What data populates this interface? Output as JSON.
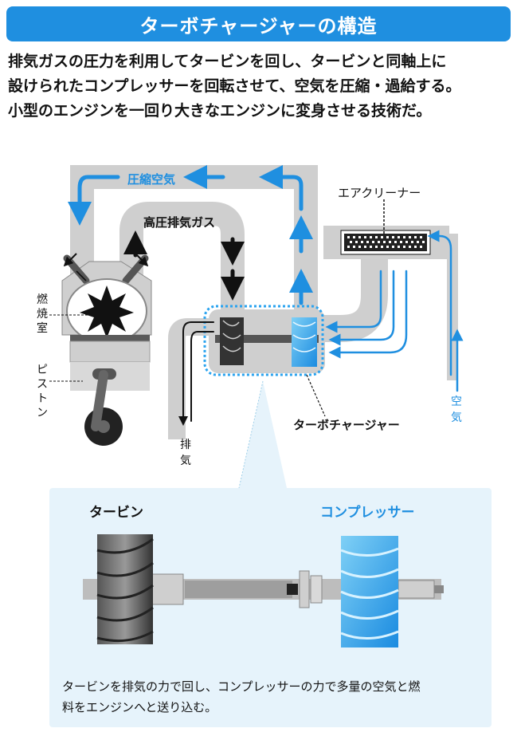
{
  "title": "ターボチャージャーの構造",
  "intro": [
    "排気ガスの圧力を利用してタービンを回し、タービンと同軸上に",
    "設けられたコンプレッサーを回転させて、空気を圧縮・過給する。",
    "小型のエンジンを一回り大きなエンジンに変身させる技術だ。"
  ],
  "diagram": {
    "compressed_air": "圧縮空気",
    "high_pressure_exhaust": "高圧排気ガス",
    "air_cleaner": "エアクリーナー",
    "combustion_chamber": [
      "燃",
      "焼",
      "室"
    ],
    "piston": [
      "ピ",
      "ス",
      "ト",
      "ン"
    ],
    "exhaust": [
      "排",
      "気"
    ],
    "air": [
      "空",
      "気"
    ],
    "turbocharger": "ターボチャージャー"
  },
  "detail": {
    "turbine": "タービン",
    "compressor": "コンプレッサー",
    "caption_lines": [
      "タービンを排気の力で回し、コンプレッサーの力で多量の空気と燃",
      "料をエンジンへと送り込む。"
    ]
  },
  "colors": {
    "accent": "#1f8fe0",
    "duct": "#cfcfcf",
    "detail_bg": "#e6f3fb"
  }
}
